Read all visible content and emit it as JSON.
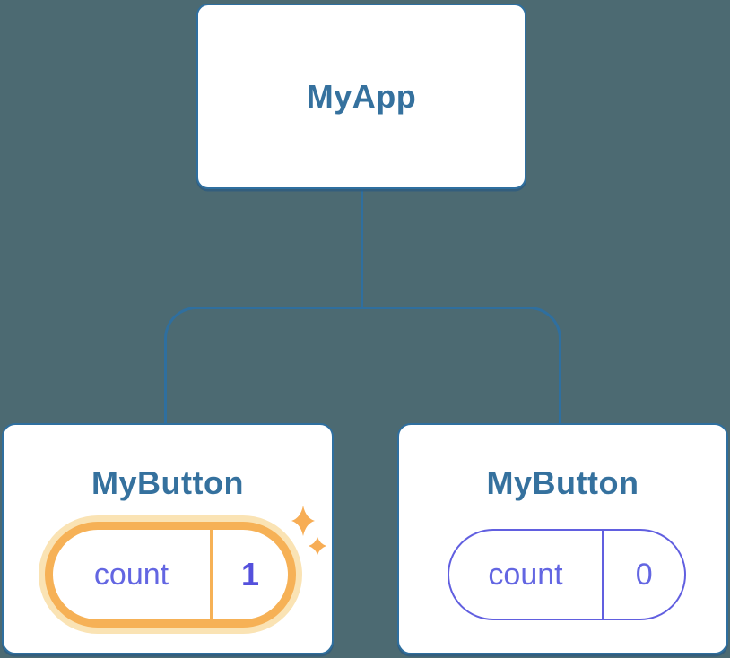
{
  "background_color": "#4C6A72",
  "colors": {
    "node_border": "#2F6F9F",
    "node_title_text": "#35719E",
    "connector": "#2F6F9F",
    "pill_purple": "#615FE0",
    "pill_label_text": "#6366E2",
    "pill_value_bold_text": "#5450DC",
    "highlight_ring": "#F6B156",
    "highlight_halo": "#FAE3B4",
    "sparkle": "#F7AD55",
    "card_background": "#FFFFFF"
  },
  "icons": {
    "sparkle": "four-point-star ✦"
  },
  "tree": {
    "root": {
      "label": "MyApp"
    },
    "children": [
      {
        "label": "MyButton",
        "state": {
          "name": "count",
          "value": "1"
        },
        "highlighted": true
      },
      {
        "label": "MyButton",
        "state": {
          "name": "count",
          "value": "0"
        },
        "highlighted": false
      }
    ]
  }
}
